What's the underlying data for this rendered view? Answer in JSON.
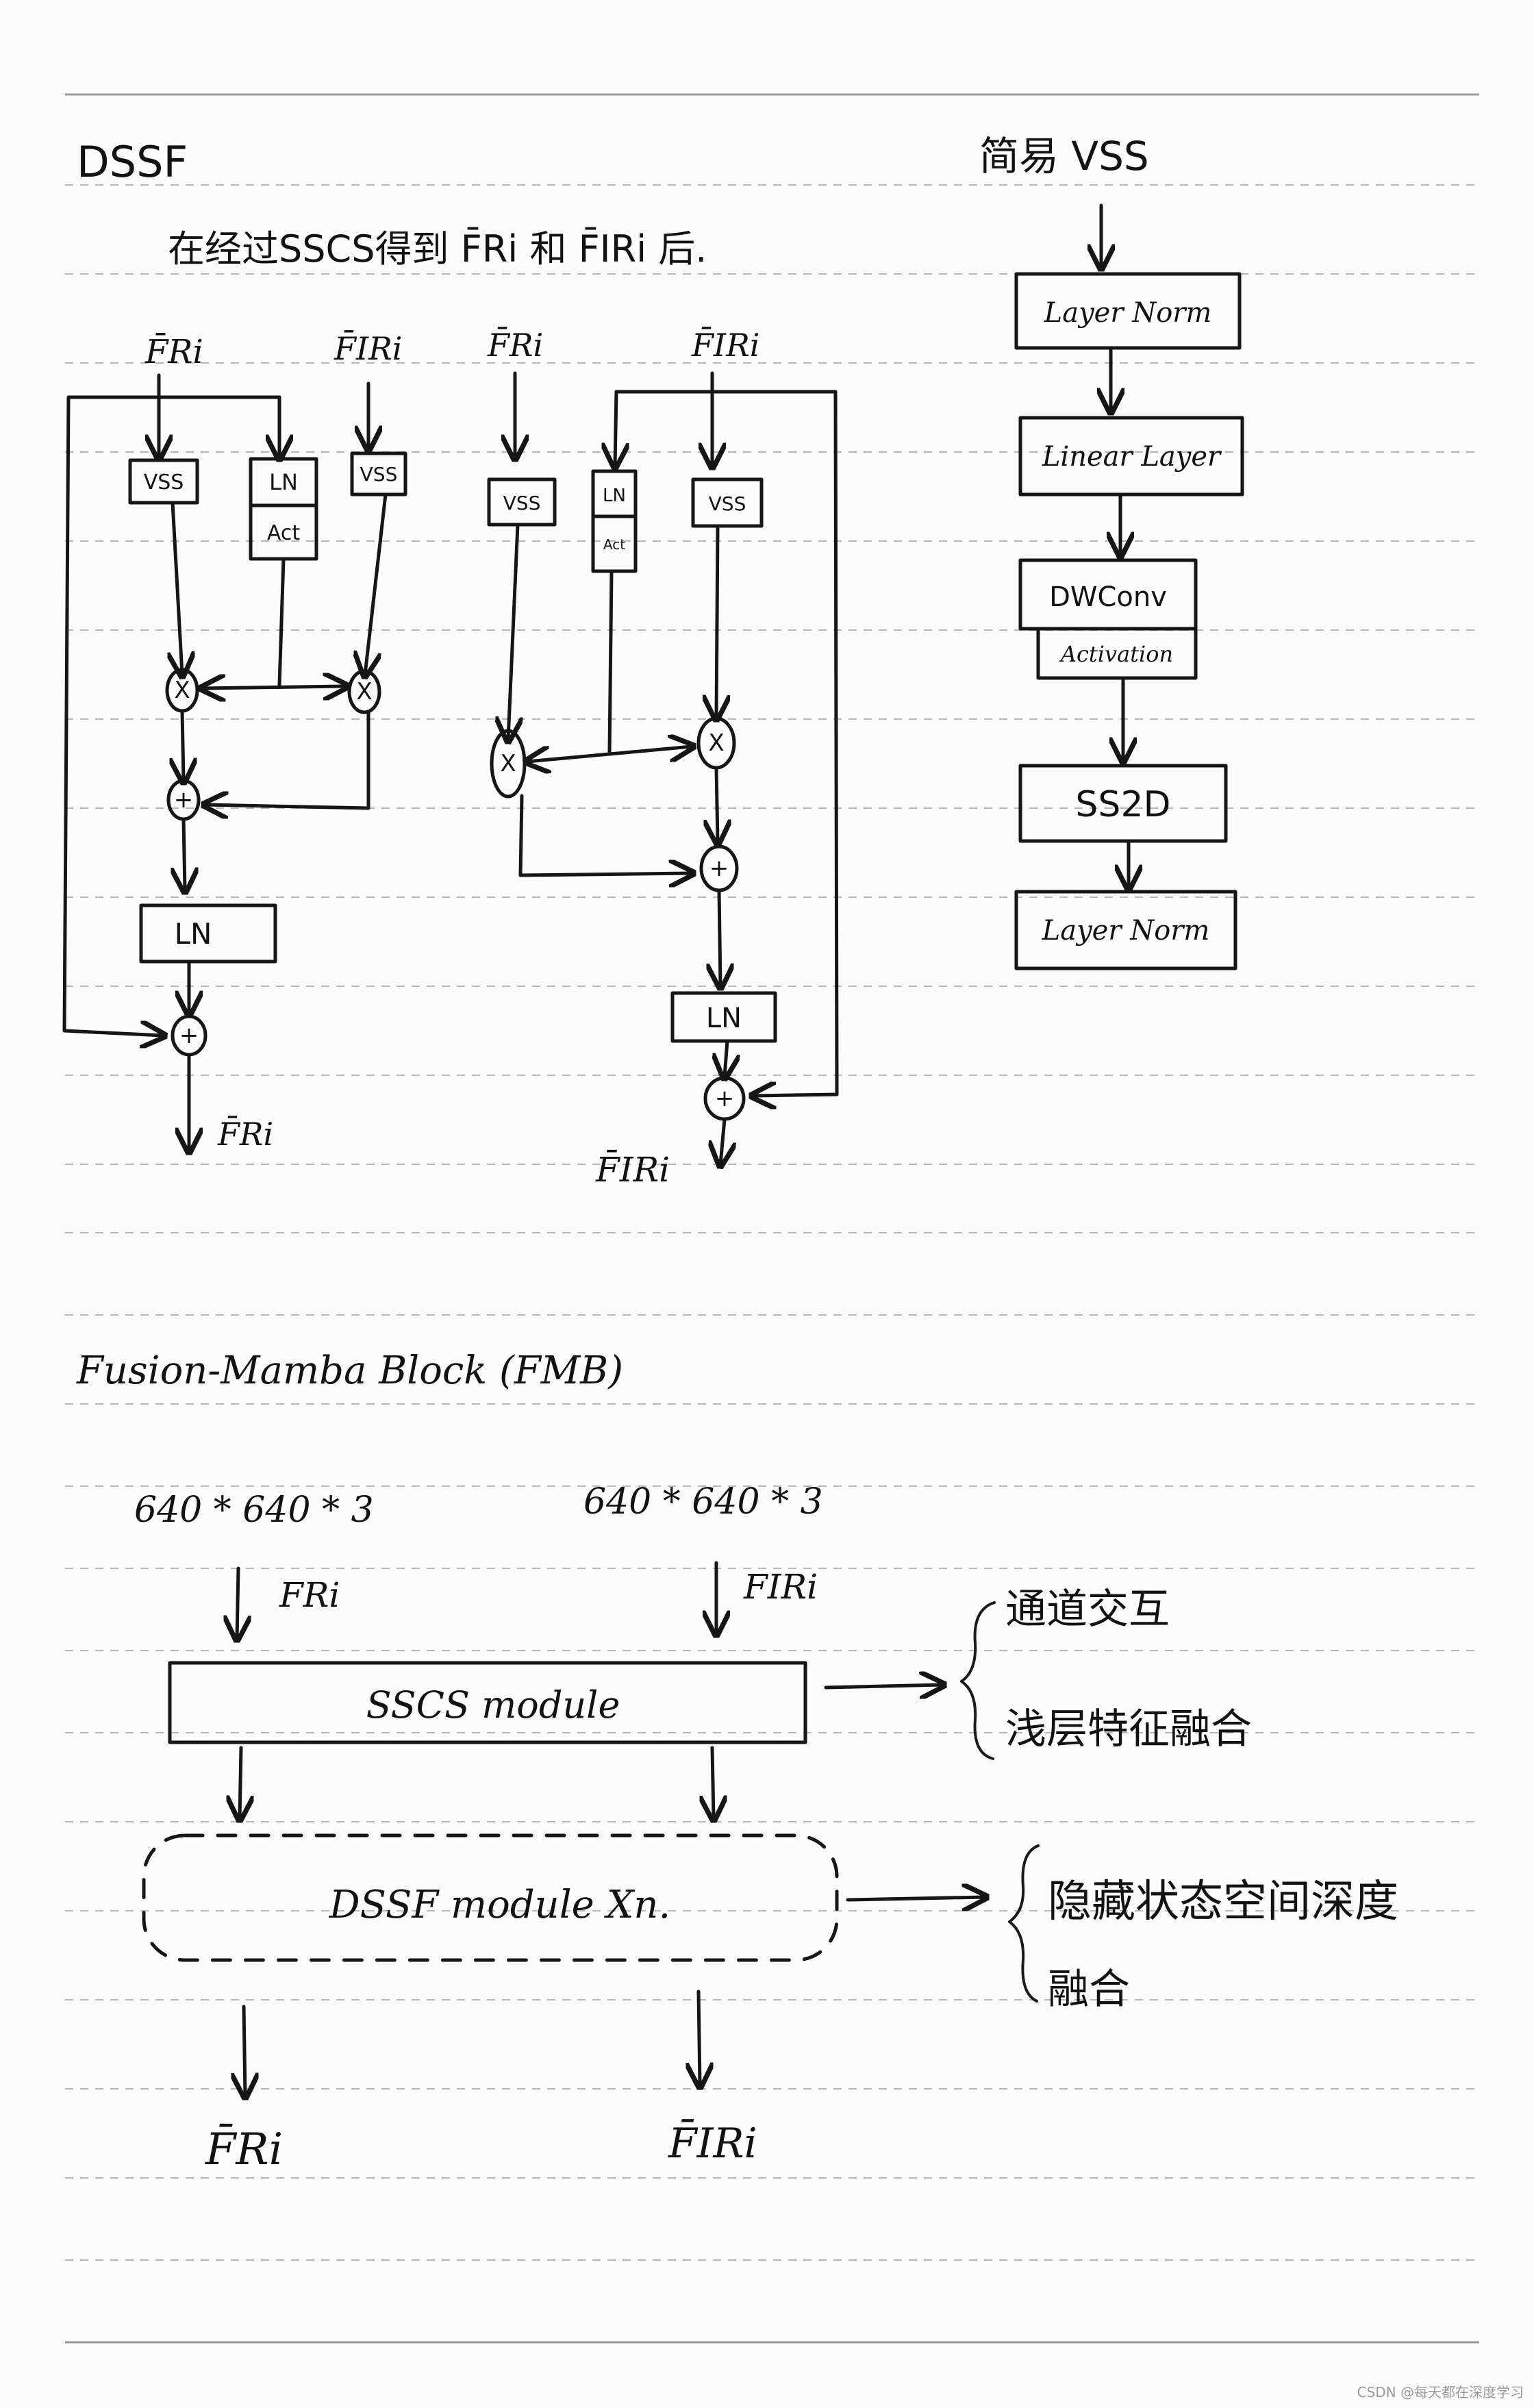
{
  "dssf": {
    "title": "DSSF",
    "subtitle": "在经过SSCS得到 F̄Ri 和 F̄IRi 后.",
    "left": {
      "input_main": "F̄Ri",
      "input_other": "F̄IRi",
      "vss_a": "VSS",
      "ln_a": "LN",
      "act_a": "Act",
      "vss_b": "VSS",
      "mul": "X",
      "add": "+",
      "ln_out": "LN",
      "output": "F̄Ri"
    },
    "right": {
      "input_other": "F̄Ri",
      "input_main": "F̄IRi",
      "vss_a": "VSS",
      "ln_a": "LN",
      "act_a": "Act",
      "vss_b": "VSS",
      "mul": "X",
      "add": "+",
      "ln_out": "LN",
      "output": "F̄IRi"
    }
  },
  "simple_vss": {
    "title": "简易 VSS",
    "steps": [
      "Layer Norm",
      "Linear Layer",
      "DWConv",
      "Activation",
      "SS2D",
      "Layer Norm"
    ]
  },
  "fmb": {
    "title": "Fusion-Mamba Block (FMB)",
    "input_left_size": "640 * 640 * 3",
    "input_right_size": "640 * 640 * 3",
    "input_left_label": "FRi",
    "input_right_label": "FIRi",
    "sscs_label": "SSCS module",
    "dssf_label": "DSSF module   Xn.",
    "note_sscs": [
      "通道交互",
      "浅层特征融合"
    ],
    "note_dssf": [
      "隐藏状态空间深度",
      "融合"
    ],
    "output_left": "F̄Ri",
    "output_right": "F̄IRi"
  },
  "watermark": "CSDN @每天都在深度学习"
}
